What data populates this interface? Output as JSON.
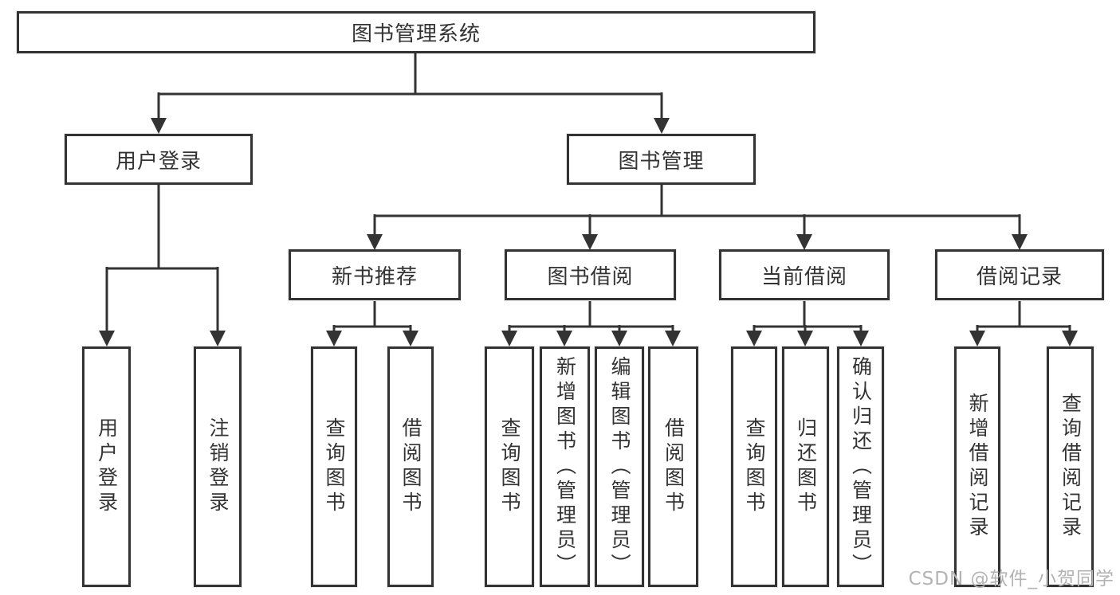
{
  "diagram": {
    "colors": {
      "line": "#333333",
      "text": "#333333",
      "background": "#ffffff",
      "watermark": "#b3b3b3"
    },
    "tree": {
      "root": {
        "label": "图书管理系统"
      },
      "branches": [
        {
          "label": "用户登录",
          "children": [
            {
              "label": "用户登录"
            },
            {
              "label": "注销登录"
            }
          ]
        },
        {
          "label": "图书管理",
          "children": [
            {
              "label": "新书推荐",
              "children": [
                {
                  "label": "查询图书"
                },
                {
                  "label": "借阅图书"
                }
              ]
            },
            {
              "label": "图书借阅",
              "children": [
                {
                  "label": "查询图书"
                },
                {
                  "label": "新增图书（管理员）"
                },
                {
                  "label": "编辑图书（管理员）"
                },
                {
                  "label": "借阅图书"
                }
              ]
            },
            {
              "label": "当前借阅",
              "children": [
                {
                  "label": "查询图书"
                },
                {
                  "label": "归还图书"
                },
                {
                  "label": "确认归还（管理员）"
                }
              ]
            },
            {
              "label": "借阅记录",
              "children": [
                {
                  "label": "新增借阅记录"
                },
                {
                  "label": "查询借阅记录"
                }
              ]
            }
          ]
        }
      ]
    },
    "watermark": "CSDN @软件_小贺同学"
  }
}
